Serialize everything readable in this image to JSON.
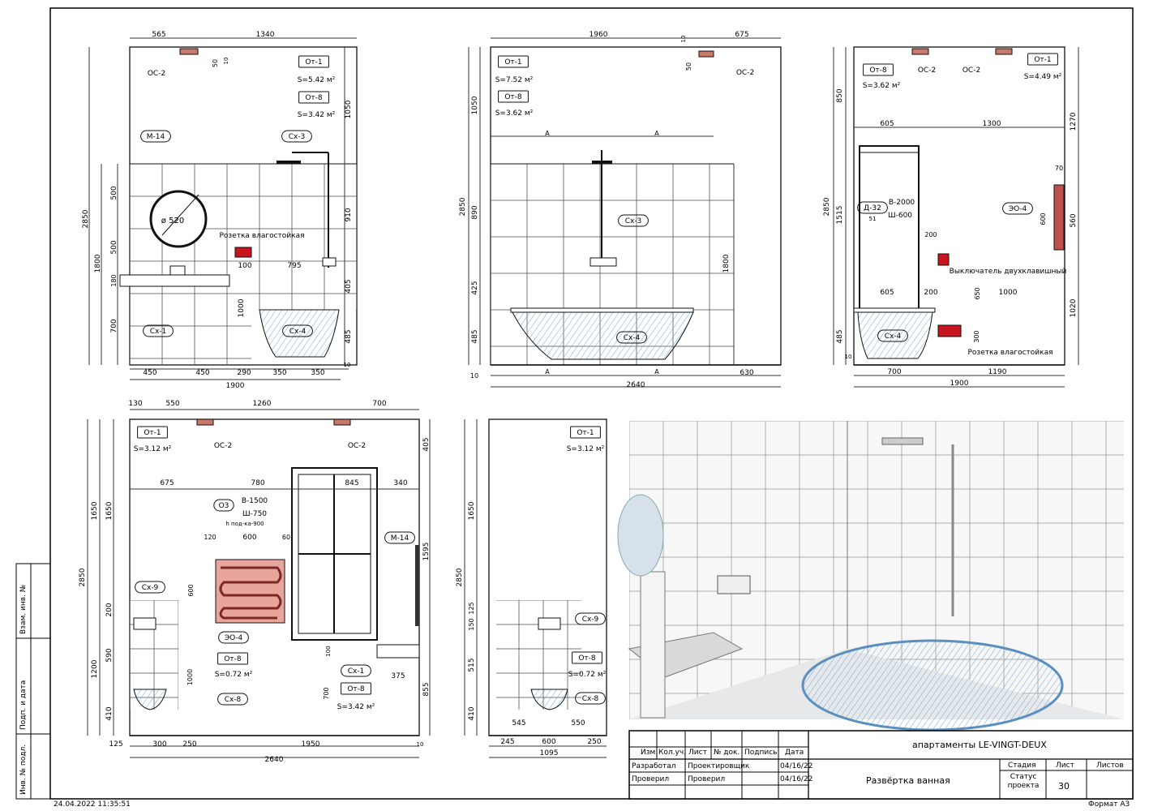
{
  "stamp": {
    "project": "апартаменты LE-VINGT-DEUX",
    "sheet_title": "Развёртка ванная",
    "headers": [
      "Изм.",
      "Кол.уч.",
      "Лист",
      "№ док.",
      "Подпись",
      "Дата"
    ],
    "rows": [
      {
        "role": "Разработал",
        "name": "Проектировщик",
        "date": "04/16/22"
      },
      {
        "role": "Проверил",
        "name": "Проверил",
        "date": "04/16/22"
      }
    ],
    "stage_label": "Стадия",
    "sheet_label": "Лист",
    "sheets_label": "Листов",
    "status_label": "Статус проекта",
    "sheet_number": "30"
  },
  "side_labels": [
    "Взам. инв. №",
    "Подп. и дата",
    "Инв. № подл."
  ],
  "footer": {
    "datetime": "24.04.2022 11:35:51",
    "format": "Формат А3"
  },
  "elev1": {
    "dims_top": [
      "565",
      "1340"
    ],
    "dims_bottom": [
      "450",
      "450",
      "290",
      "350",
      "350",
      "10"
    ],
    "total_bottom": "1900",
    "dims_left": [
      "2850",
      "1800",
      "500",
      "500",
      "180",
      "700"
    ],
    "dims_right": [
      "1050",
      "910",
      "405",
      "485"
    ],
    "inner": [
      "1000",
      "100",
      "795",
      "50",
      "10"
    ],
    "tags": {
      "om1": "От-1",
      "om1_area": "S=5.42 м²",
      "om8": "От-8",
      "om8_area": "S=3.42 м²",
      "m14": "М-14",
      "cx3": "Сх-3",
      "cx1": "Сх-1",
      "cx4": "Сх-4",
      "oc2": "ОС-2"
    },
    "mirror": "ø 520",
    "socket": "Розетка влагостойкая"
  },
  "elev2": {
    "dims_top": [
      "1960",
      "675",
      "10"
    ],
    "dims_left": [
      "2850",
      "1050",
      "890",
      "425",
      "485"
    ],
    "dims_bottom": [
      "2640",
      "630",
      "10"
    ],
    "right": "1800",
    "axis": [
      "А",
      "А",
      "А",
      "А"
    ],
    "tags": {
      "om1": "От-1",
      "om1_area": "S=7.52 м²",
      "om8": "От-8",
      "om8_area": "S=3.62 м²",
      "cx3": "Сх-3",
      "cx4": "Сх-4",
      "oc2": "ОС-2",
      "dim50": "50"
    }
  },
  "elev3": {
    "dims_left": [
      "2850",
      "850",
      "1515",
      "485",
      "10"
    ],
    "dims_right": [
      "1270",
      "560",
      "1020"
    ],
    "dims_top": [
      "605",
      "1300"
    ],
    "inner": [
      "70",
      "600",
      "200",
      "605",
      "200",
      "1000",
      "650",
      "300"
    ],
    "dims_bottom": [
      "700",
      "1190"
    ],
    "total_bottom": "1900",
    "tags": {
      "om8": "От-8",
      "om8_area": "S=3.62 м²",
      "om1": "От-1",
      "om1_area": "S=4.49 м²",
      "oc2a": "ОС-2",
      "oc2b": "ОС-2",
      "d32": "Д-32",
      "d32sub": "51",
      "door_h": "В-2000",
      "door_w": "Ш-600",
      "eo4": "ЭО-4",
      "cx4": "Сх-4"
    },
    "switch": "Выключатель двухклавишный",
    "socket": "Розетка влагостойкая"
  },
  "elev4": {
    "dims_top": [
      "130",
      "550",
      "1260",
      "700"
    ],
    "dims_mid": [
      "675",
      "780",
      "845",
      "340"
    ],
    "dims_left": [
      "2850",
      "1650",
      "1650",
      "1200",
      "200",
      "590",
      "410"
    ],
    "dims_right": [
      "405",
      "1595",
      "855"
    ],
    "dims_bottom": [
      "125",
      "300",
      "250",
      "1950",
      "10"
    ],
    "total_bottom": "2640",
    "inner": [
      "120",
      "600",
      "60",
      "600",
      "1000",
      "100",
      "375",
      "700"
    ],
    "tags": {
      "om1": "От-1",
      "om1_area": "S=3.12 м²",
      "oc2a": "ОС-2",
      "oc2b": "ОС-2",
      "win": "О3",
      "win_h": "В-1500",
      "win_w": "Ш-750",
      "win_sill": "h под-ка-900",
      "m14": "М-14",
      "cx9": "Сх-9",
      "eo4": "ЭО-4",
      "om8": "От-8",
      "om8_area": "S=0.72 м²",
      "cx8": "Сх-8",
      "cx1": "Сх-1",
      "om8b": "От-8",
      "om8b_area": "S=3.42 м²"
    }
  },
  "elev5": {
    "dims_left": [
      "2850",
      "1650",
      "125",
      "150",
      "515",
      "410"
    ],
    "dims_bottom": [
      "245",
      "600",
      "250"
    ],
    "total_bottom": "1095",
    "inner": [
      "545",
      "550"
    ],
    "tags": {
      "om1": "От-1",
      "om1_area": "S=3.12 м²",
      "cx9": "Сх-9",
      "om8": "От-8",
      "om8_area": "S=0.72 м²",
      "cx8": "Сх-8"
    }
  },
  "colors": {
    "line": "#111111",
    "tile": "#444444",
    "dim": "#333333",
    "socket": "#c8141e",
    "tub": "#6fa7d6",
    "heater": "#c0504d",
    "stamp_bg": "#f2f2f2"
  }
}
